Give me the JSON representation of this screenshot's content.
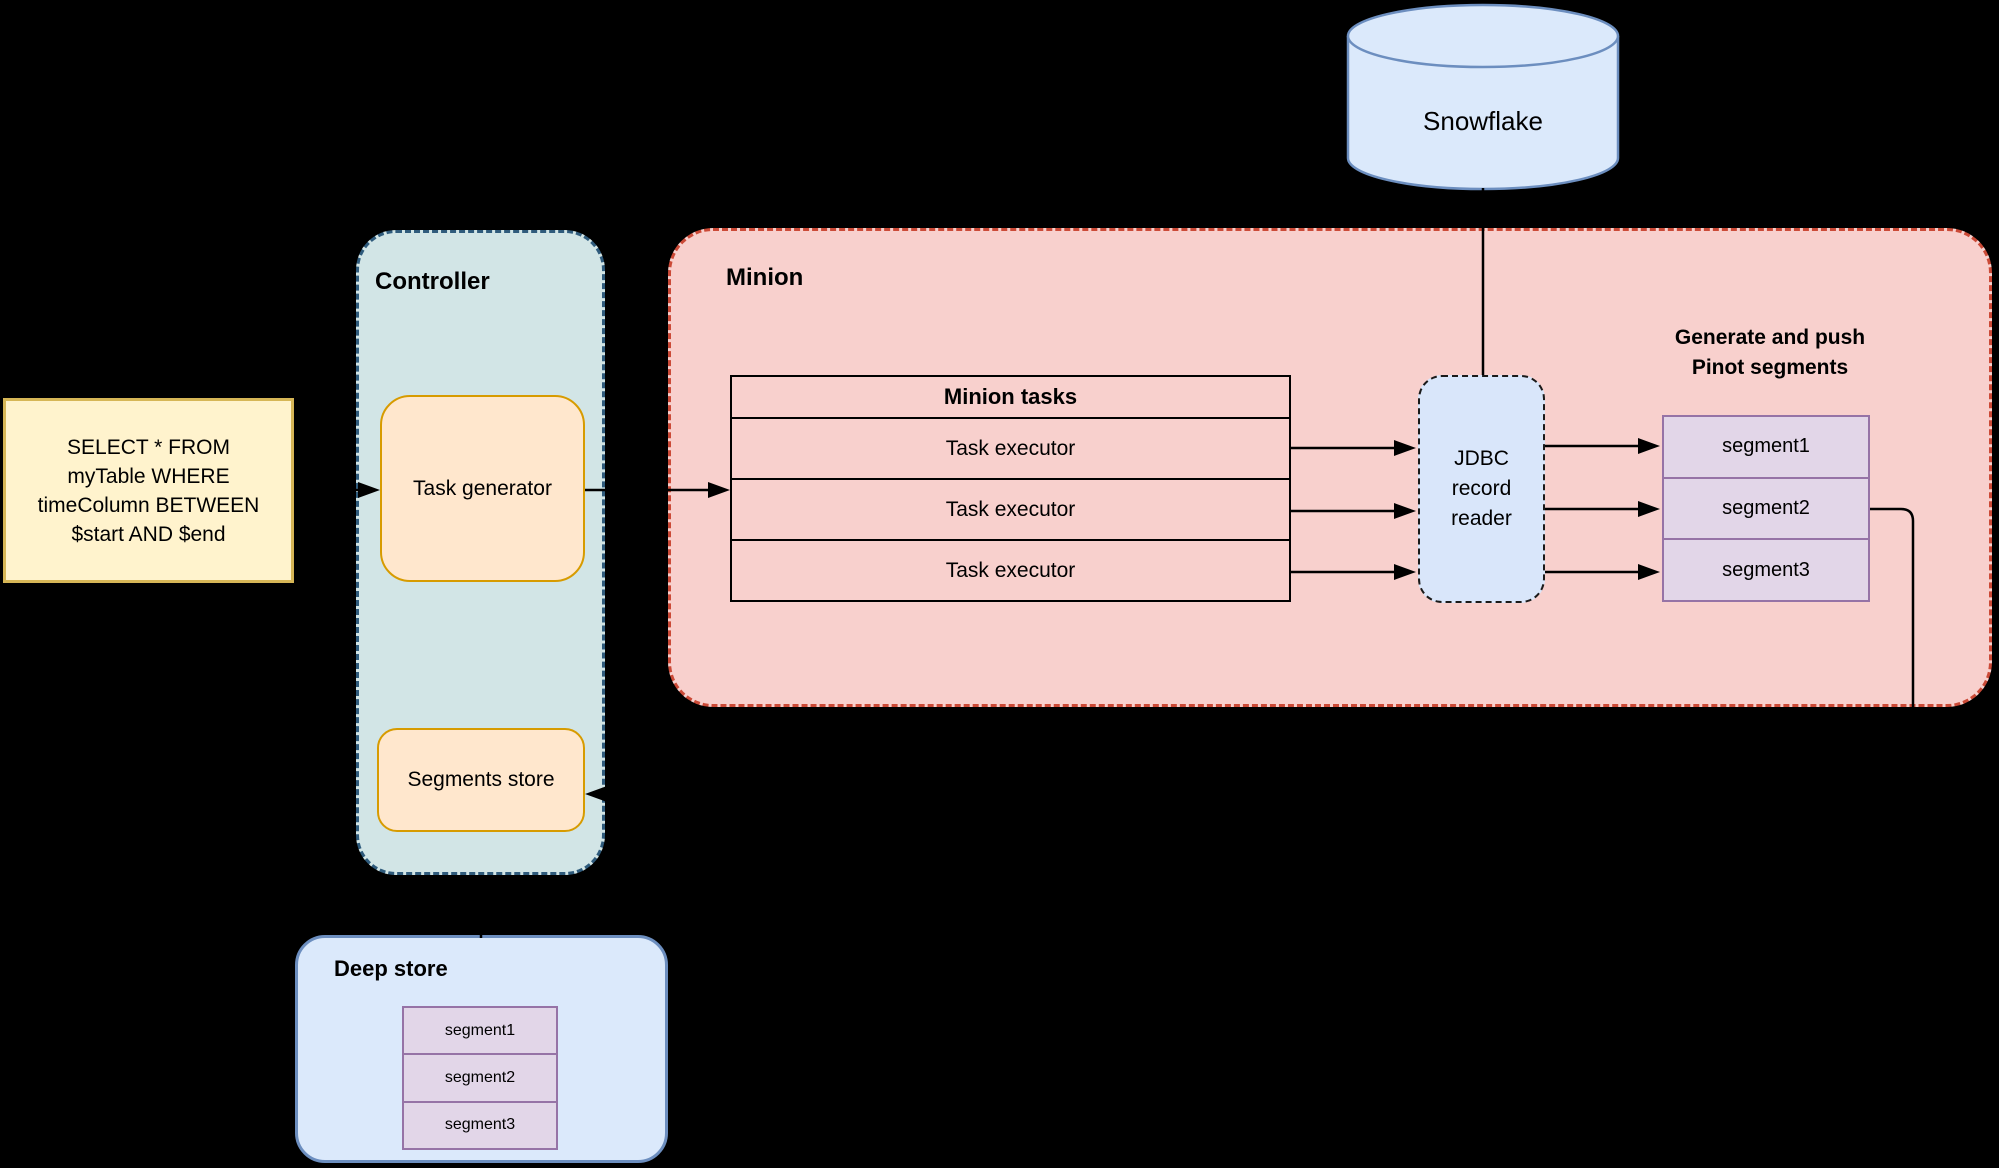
{
  "diagram": {
    "snowflake": {
      "label": "Snowflake"
    },
    "query_box": {
      "lines": [
        "SELECT * FROM",
        "myTable WHERE",
        "timeColumn BETWEEN",
        "$start AND $end"
      ]
    },
    "controller": {
      "title": "Controller",
      "task_generator_label": "Task generator",
      "segments_store_label": "Segments store"
    },
    "minion": {
      "title": "Minion",
      "tasks_table": {
        "header": "Minion tasks",
        "rows": [
          "Task executor",
          "Task executor",
          "Task executor"
        ]
      },
      "jdbc_reader": {
        "lines": [
          "JDBC",
          "record",
          "reader"
        ]
      },
      "annotation_lines": [
        "Generate and push",
        "Pinot segments"
      ],
      "segments": [
        "segment1",
        "segment2",
        "segment3"
      ]
    },
    "deep_store": {
      "title": "Deep store",
      "segments": [
        "segment1",
        "segment2",
        "segment3"
      ]
    },
    "colors": {
      "background": "#000000",
      "minion_fill": "#f8d0cd",
      "minion_border": "#cb4a37",
      "controller_fill": "#d2e5e6",
      "controller_border": "#2f5b7c",
      "orange_fill": "#ffe7cd",
      "orange_border": "#d79b00",
      "yellow_fill": "#fff3cd",
      "yellow_border": "#d6b656",
      "blue_fill": "#dbe9fb",
      "blue_border": "#6c8ebf",
      "purple_fill": "#e2d6e8",
      "purple_border": "#9673a6",
      "line": "#000000"
    }
  }
}
